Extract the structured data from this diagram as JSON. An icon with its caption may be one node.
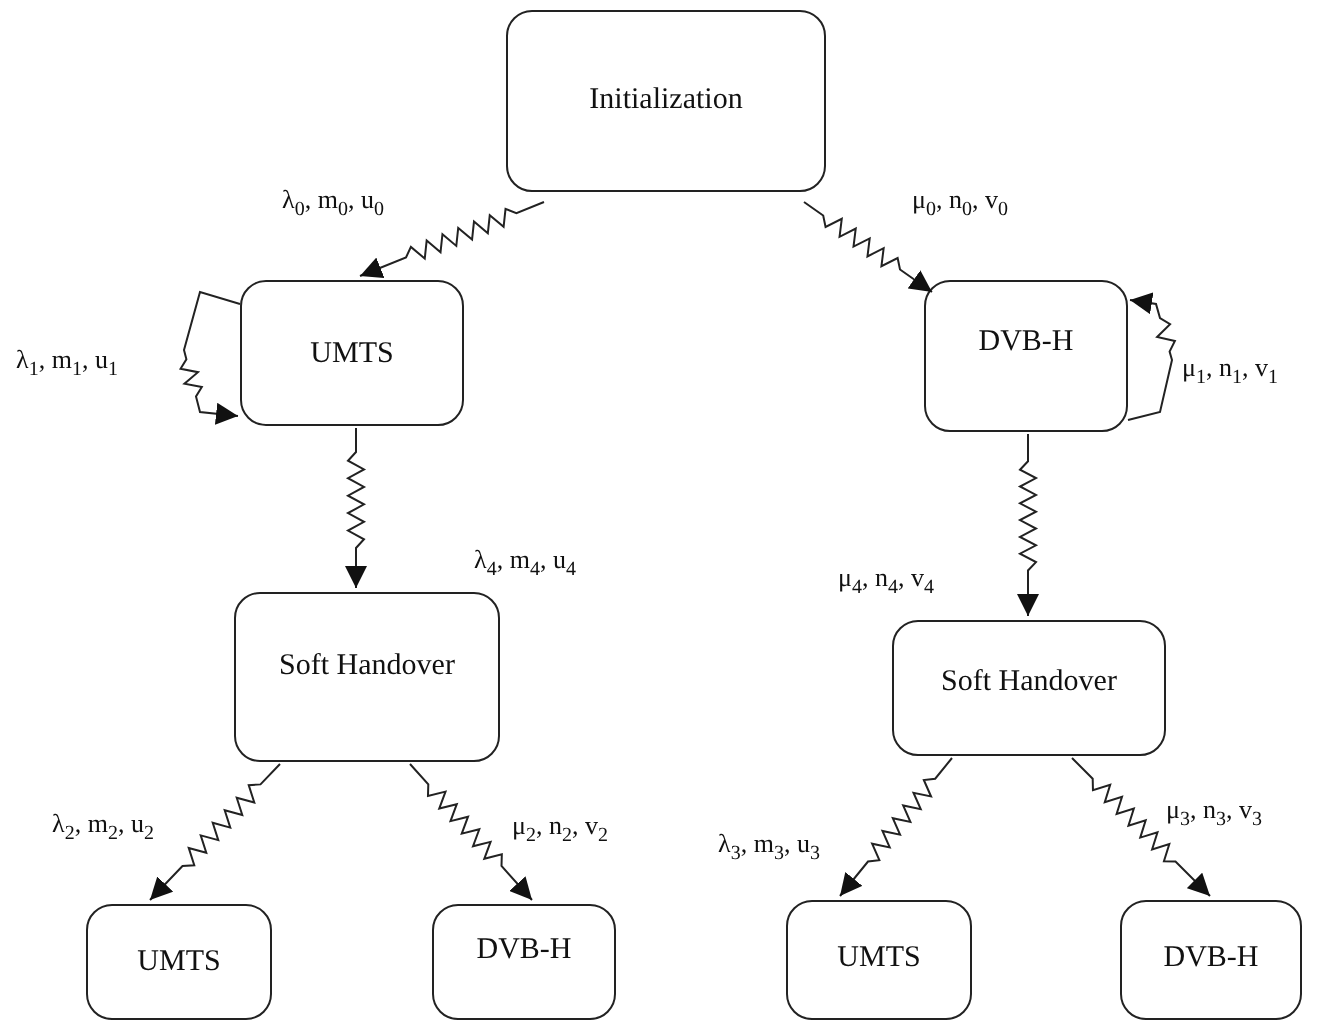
{
  "diagram": {
    "nodes": [
      {
        "text": [
          "Initialization"
        ]
      },
      {
        "text": [
          "UMTS"
        ]
      },
      {
        "text": [
          "DVB-H"
        ]
      },
      {
        "text": [
          "Soft Handover"
        ]
      },
      {
        "text": [
          "Soft Handover"
        ]
      },
      {
        "text": [
          "UMTS"
        ]
      },
      {
        "text": [
          "DVB-H"
        ]
      },
      {
        "text": [
          "UMTS"
        ]
      },
      {
        "text": [
          "DVB-H"
        ]
      }
    ],
    "edges": [
      {
        "from": 0,
        "to": 1,
        "arrow": "to",
        "label": "λ$_{0}$, m$_{0}$, u$_{0}$"
      },
      {
        "from": 0,
        "to": 2,
        "arrow": "to",
        "label": "μ$_{0}$, n$_{0}$, v$_{0}$"
      },
      {
        "from": 1,
        "to": 1,
        "arrow": "to",
        "label": "λ$_{1}$, m$_{1}$, u$_{1}$"
      },
      {
        "from": 2,
        "to": 2,
        "arrow": "to",
        "label": "μ$_{1}$, n$_{1}$, v$_{1}$"
      },
      {
        "from": 1,
        "to": 3,
        "arrow": "to",
        "label": "λ$_{4}$, m$_{4}$, u$_{4}$"
      },
      {
        "from": 2,
        "to": 4,
        "arrow": "to",
        "label": "μ$_{4}$, n$_{4}$, v$_{4}$"
      },
      {
        "from": 3,
        "to": 5,
        "arrow": "to",
        "label": "λ$_{2}$, m$_{2}$, u$_{2}$"
      },
      {
        "from": 3,
        "to": 6,
        "arrow": "to",
        "label": "μ$_{2}$, n$_{2}$, v$_{2}$"
      },
      {
        "from": 4,
        "to": 7,
        "arrow": "to",
        "label": "λ$_{3}$, m$_{3}$, u$_{3}$"
      },
      {
        "from": 4,
        "to": 8,
        "arrow": "to",
        "label": "μ$_{3}$, n$_{3}$, v$_{3}$"
      }
    ]
  }
}
